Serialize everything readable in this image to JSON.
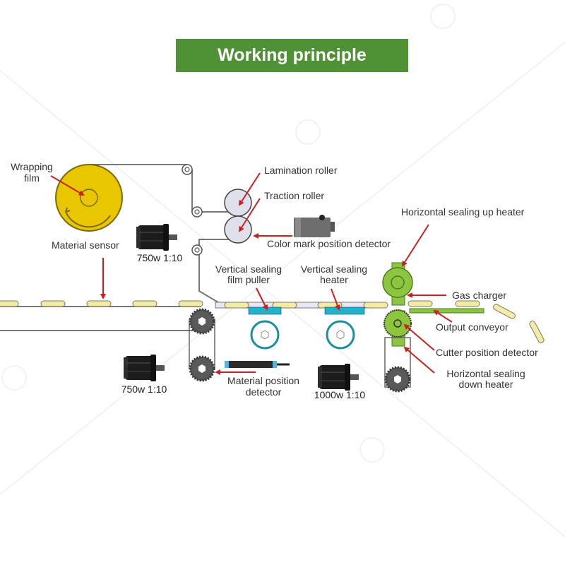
{
  "title": "Working principle",
  "colors": {
    "banner": "#4f9236",
    "film_roll": "#e8c600",
    "arrow": "#cc1f1f",
    "heater_green": "#8cc63f",
    "vertical_heater": "#1fb5c8",
    "package_fill": "#f3eca0"
  },
  "labels": {
    "wrapping_film": [
      "Wrapping",
      "film"
    ],
    "material_sensor": "Material sensor",
    "lamination_roller": "Lamination roller",
    "traction_roller": "Traction roller",
    "color_mark_detector": "Color mark position detector",
    "horizontal_up_heater": "Horizontal sealing up heater",
    "vertical_film_puller": [
      "Vertical sealing",
      "film puller"
    ],
    "vertical_heater": [
      "Vertical sealing",
      "heater"
    ],
    "gas_charger": "Gas charger",
    "output_conveyor": "Output conveyor",
    "cutter_detector": "Cutter position detector",
    "horizontal_down_heater": [
      "Horizontal sealing",
      "down heater"
    ],
    "material_position_detector": [
      "Material position",
      "detector"
    ]
  },
  "motors": {
    "top": "750w 1:10",
    "bottom_left": "750w 1:10",
    "middle": "1000w 1:10"
  }
}
